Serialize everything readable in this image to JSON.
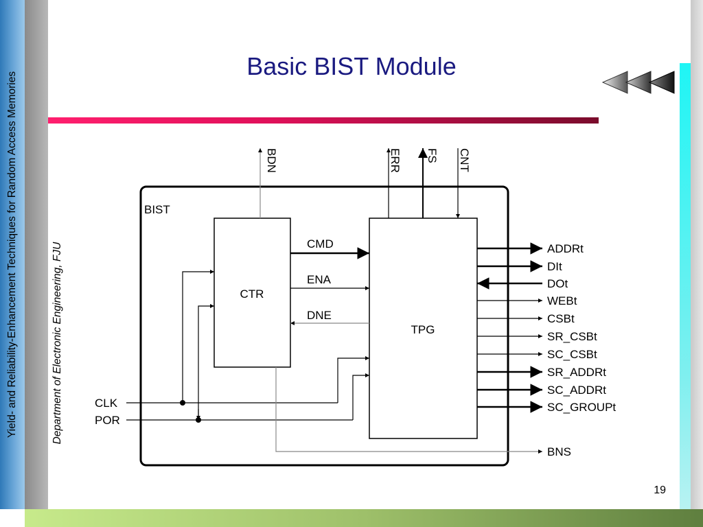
{
  "sidebar": {
    "course_title": "Yield- and Reliability-Enhancement Techniques for Random Access Memories",
    "department": "Department of Electronic Engineering, FJU"
  },
  "slide": {
    "title": "Basic BIST Module",
    "page_number": "19"
  },
  "diagram": {
    "outer_label": "BIST",
    "ctr_label": "CTR",
    "tpg_label": "TPG",
    "top_signals": [
      "BDN",
      "ERR",
      "FS",
      "CNT"
    ],
    "internal_signals": [
      "CMD",
      "ENA",
      "DNE"
    ],
    "inputs": [
      "CLK",
      "POR"
    ],
    "outputs": [
      "ADDRt",
      "DIt",
      "DOt",
      "WEBt",
      "CSBt",
      "SR_CSBt",
      "SC_CSBt",
      "SR_ADDRt",
      "SC_ADDRt",
      "SC_GROUPt"
    ],
    "bns_label": "BNS"
  },
  "colors": {
    "title": "#1a1a80",
    "accent_rule": "#e0105a",
    "left_bar": "#4a90d0",
    "right_bar": "#1ff5f5",
    "bottom_bar": "#9ec06a"
  },
  "icons": [
    "nav-back-arrows-icon"
  ]
}
